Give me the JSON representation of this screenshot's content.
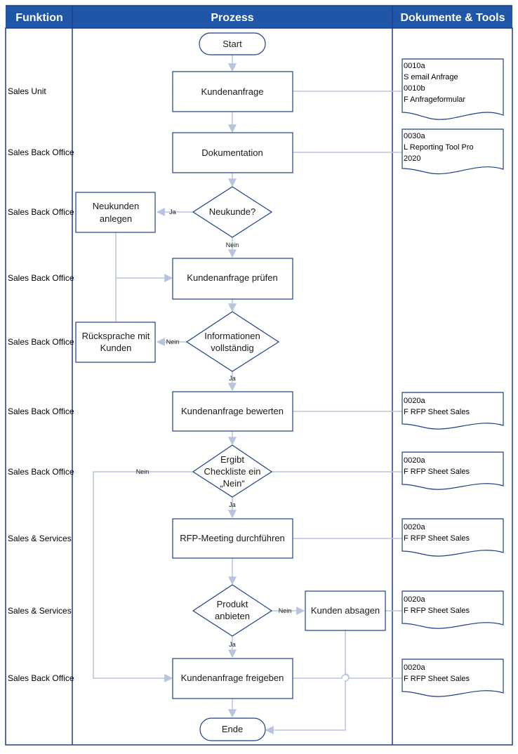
{
  "headers": {
    "function": "Funktion",
    "process": "Prozess",
    "documents": "Dokumente & Tools"
  },
  "rows": [
    {
      "function": "Sales Unit"
    },
    {
      "function": "Sales Back Office"
    },
    {
      "function": "Sales Back Office"
    },
    {
      "function": "Sales Back Office"
    },
    {
      "function": "Sales Back Office"
    },
    {
      "function": "Sales Back Office"
    },
    {
      "function": "Sales Back Office"
    },
    {
      "function": "Sales & Services"
    },
    {
      "function": "Sales & Services"
    },
    {
      "function": "Sales Back Office"
    }
  ],
  "nodes": {
    "start": {
      "label": "Start"
    },
    "kundenanfrage": {
      "label": "Kundenanfrage"
    },
    "dokumentation": {
      "label": "Dokumentation"
    },
    "neukunde": {
      "lines": [
        "Neukunde?"
      ]
    },
    "neukunden_anlegen": {
      "lines": [
        "Neukunden",
        "anlegen"
      ]
    },
    "pruefen": {
      "label": "Kundenanfrage prüfen"
    },
    "informationen": {
      "lines": [
        "Informationen",
        "vollständig"
      ]
    },
    "ruecksprache": {
      "lines": [
        "Rücksprache mit",
        "Kunden"
      ]
    },
    "bewerten": {
      "label": "Kundenanfrage bewerten"
    },
    "checkliste": {
      "lines": [
        "Ergibt",
        "Checkliste ein",
        "„Nein“"
      ]
    },
    "rfp_meeting": {
      "label": "RFP-Meeting durchführen"
    },
    "produkt": {
      "lines": [
        "Produkt",
        "anbieten"
      ]
    },
    "absagen": {
      "label": "Kunden absagen"
    },
    "freigeben": {
      "label": "Kundenanfrage freigeben"
    },
    "ende": {
      "label": "Ende"
    }
  },
  "edge_labels": {
    "neukunde_ja": "Ja",
    "neukunde_nein": "Nein",
    "informationen_nein": "Nein",
    "informationen_ja": "Ja",
    "checkliste_nein": "Nein",
    "checkliste_ja": "Ja",
    "produkt_nein": "Nein",
    "produkt_ja": "Ja"
  },
  "documents": [
    {
      "lines": [
        "0010a",
        " S email Anfrage",
        "0010b",
        "F Anfrageformular"
      ]
    },
    {
      "lines": [
        "0030a",
        "L Reporting Tool Pro",
        "2020"
      ]
    },
    {
      "lines": [
        "0020a",
        "F RFP Sheet Sales"
      ]
    },
    {
      "lines": [
        "0020a",
        "F RFP Sheet Sales"
      ]
    },
    {
      "lines": [
        "0020a",
        "F RFP Sheet Sales"
      ]
    },
    {
      "lines": [
        "0020a",
        "F RFP Sheet Sales"
      ]
    },
    {
      "lines": [
        "0020a",
        "F RFP Sheet Sales"
      ]
    }
  ],
  "colors": {
    "header": "#1f56a8",
    "border": "#1f3f88",
    "connector": "#b8c3de"
  }
}
